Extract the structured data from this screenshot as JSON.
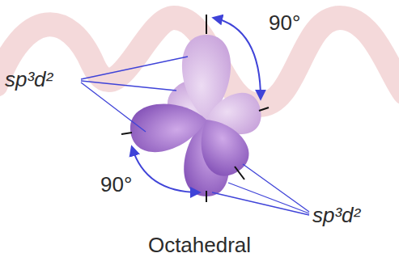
{
  "diagram": {
    "caption": "Octahedral",
    "labels": [
      "90°",
      "sp³d²",
      "90°",
      "sp³d²"
    ]
  }
}
